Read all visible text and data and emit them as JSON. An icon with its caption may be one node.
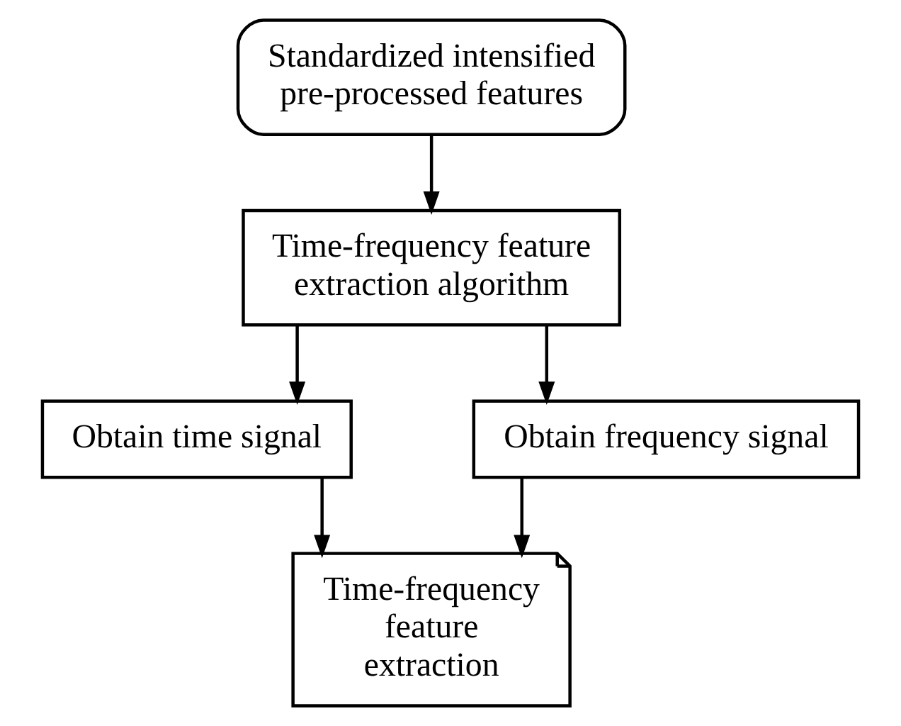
{
  "diagram": {
    "nodes": [
      {
        "text": [
          "Standardized intensified pre-processed features"
        ]
      },
      {
        "text": [
          "Time-frequency feature extraction algorithm"
        ]
      },
      {
        "text": [
          "Obtain time signal"
        ]
      },
      {
        "text": [
          "Obtain frequency signal"
        ]
      },
      {
        "text": [
          "Time-frequency feature extraction"
        ]
      }
    ],
    "edges": [
      {
        "from": 0,
        "to": 1,
        "arrow": "to"
      },
      {
        "from": 1,
        "to": 2,
        "arrow": "to"
      },
      {
        "from": 1,
        "to": 3,
        "arrow": "to"
      },
      {
        "from": 2,
        "to": 4,
        "arrow": "to"
      },
      {
        "from": 3,
        "to": 4,
        "arrow": "to"
      }
    ]
  }
}
